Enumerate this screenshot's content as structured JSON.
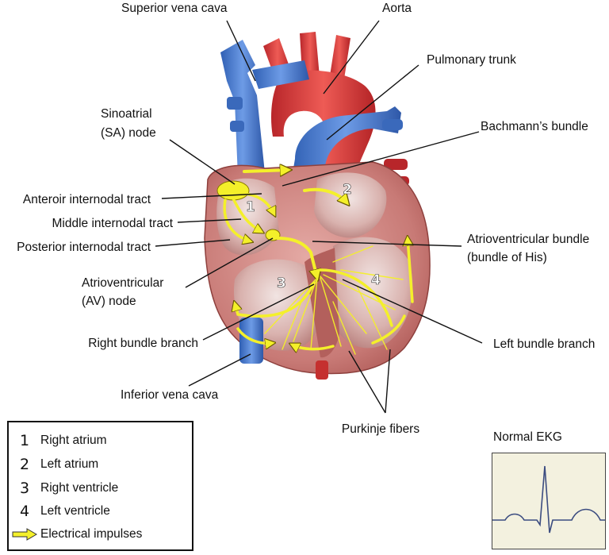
{
  "labels": {
    "superior_vena_cava": "Superior vena cava",
    "aorta": "Aorta",
    "pulmonary_trunk": "Pulmonary trunk",
    "sa_node_1": "Sinoatrial",
    "sa_node_2": "(SA) node",
    "bachmanns_bundle": "Bachmann’s bundle",
    "anterior_tract": "Anteroir internodal tract",
    "middle_tract": "Middle internodal tract",
    "posterior_tract": "Posterior internodal tract",
    "av_bundle_1": "Atrioventricular bundle",
    "av_bundle_2": "(bundle of His)",
    "av_node_1": "Atrioventricular",
    "av_node_2": "(AV) node",
    "right_bundle": "Right bundle branch",
    "left_bundle": "Left bundle branch",
    "inferior_vena_cava": "Inferior vena cava",
    "purkinje": "Purkinje fibers"
  },
  "chamber_numbers": [
    "1",
    "2",
    "3",
    "4"
  ],
  "legend": {
    "items": [
      {
        "num": "1",
        "text": "Right atrium"
      },
      {
        "num": "2",
        "text": "Left atrium"
      },
      {
        "num": "3",
        "text": "Right ventricle"
      },
      {
        "num": "4",
        "text": "Left ventricle"
      }
    ],
    "impulse_text": "Electrical impulses"
  },
  "ekg": {
    "title": "Normal EKG"
  },
  "colors": {
    "vein_blue": "#4f7fd0",
    "artery_red": "#d9383b",
    "muscle": "#c97a78",
    "impulse_yellow": "#f4f02a",
    "ekg_bg": "#f3f1df"
  }
}
